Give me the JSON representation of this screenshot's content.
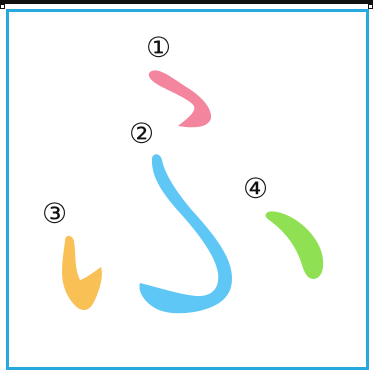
{
  "strokes": [
    {
      "number_label": "①",
      "color": "#f4859e",
      "name": "stroke-1"
    },
    {
      "number_label": "②",
      "color": "#5ec7f5",
      "name": "stroke-2"
    },
    {
      "number_label": "③",
      "color": "#f9c155",
      "name": "stroke-3"
    },
    {
      "number_label": "④",
      "color": "#8fe053",
      "name": "stroke-4"
    }
  ],
  "frame_color": "#28a9dd"
}
